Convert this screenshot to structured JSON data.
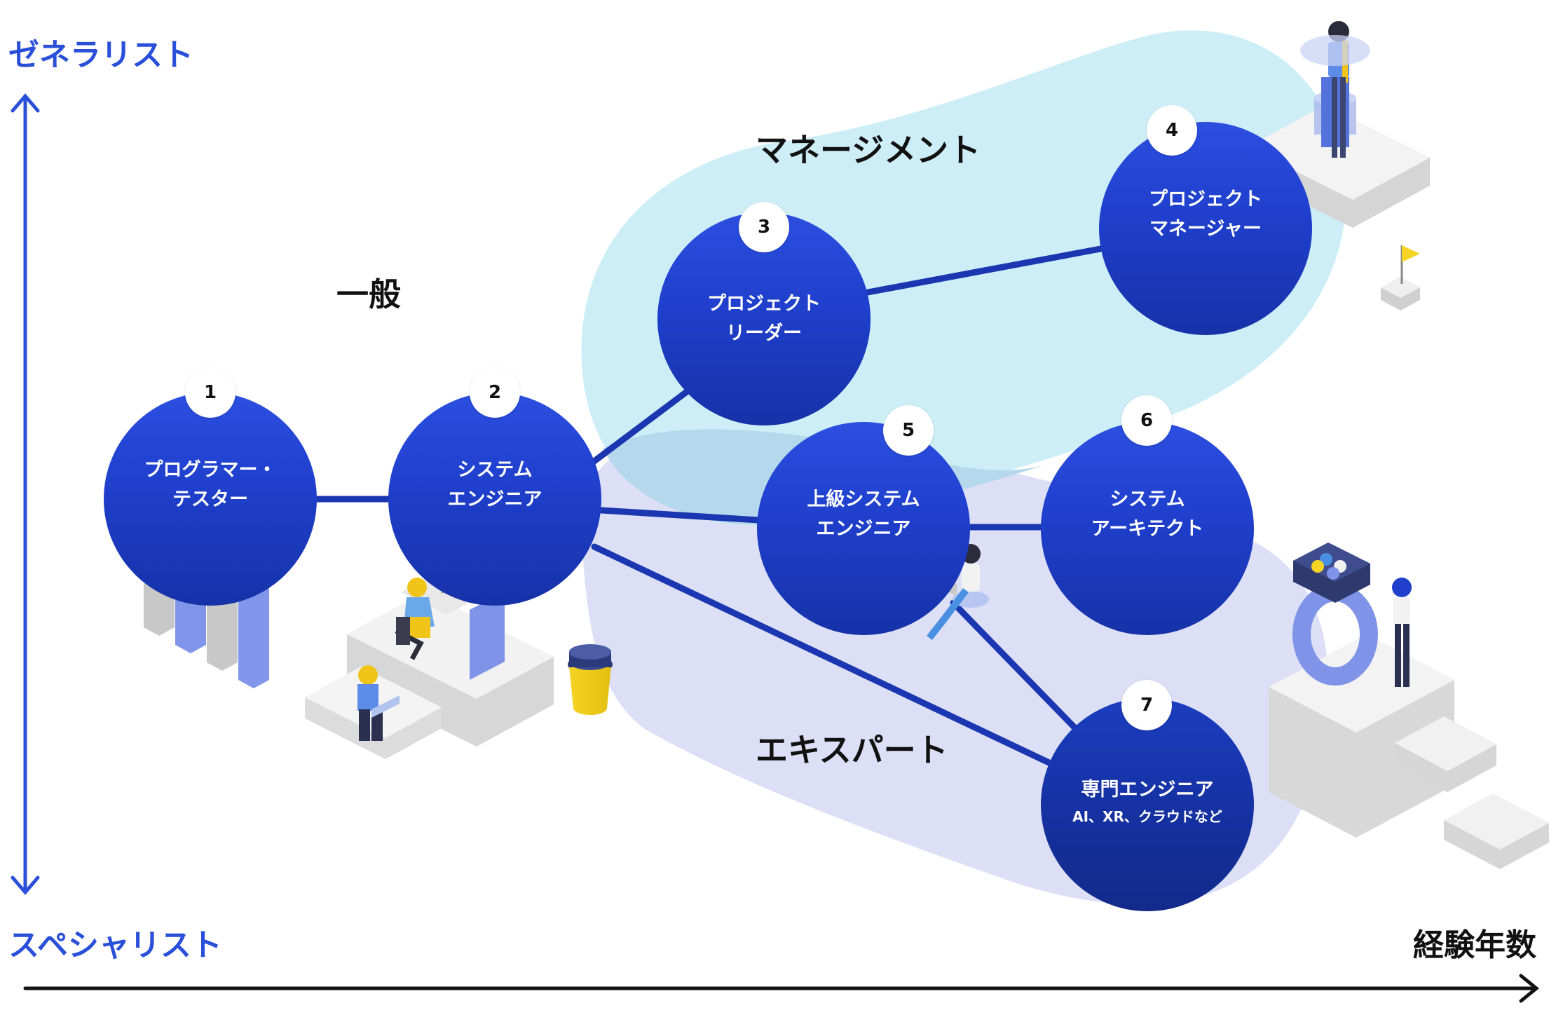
{
  "axes": {
    "top_label": "ゼネラリスト",
    "bottom_label": "スペシャリスト",
    "x_label": "経験年数"
  },
  "regions": {
    "general": "一般",
    "management": "マネージメント",
    "expert": "エキスパート"
  },
  "nodes": [
    {
      "number": "1",
      "title": "プログラマー・\nテスター"
    },
    {
      "number": "2",
      "title": "システム\nエンジニア"
    },
    {
      "number": "3",
      "title": "プロジェクト\nリーダー"
    },
    {
      "number": "4",
      "title": "プロジェクト\nマネージャー"
    },
    {
      "number": "5",
      "title": "上級システム\nエンジニア"
    },
    {
      "number": "6",
      "title": "システム\nアーキテクト"
    },
    {
      "number": "7",
      "title": "専門エンジニア",
      "subtitle": "AI、XR、クラウドなど"
    }
  ],
  "colors": {
    "axis_blue": "#2a4fd8",
    "node_blue": "#2247d6",
    "management_area": "#cdeef6",
    "expert_area": "#dcdff5",
    "accent_yellow": "#f5d424"
  }
}
